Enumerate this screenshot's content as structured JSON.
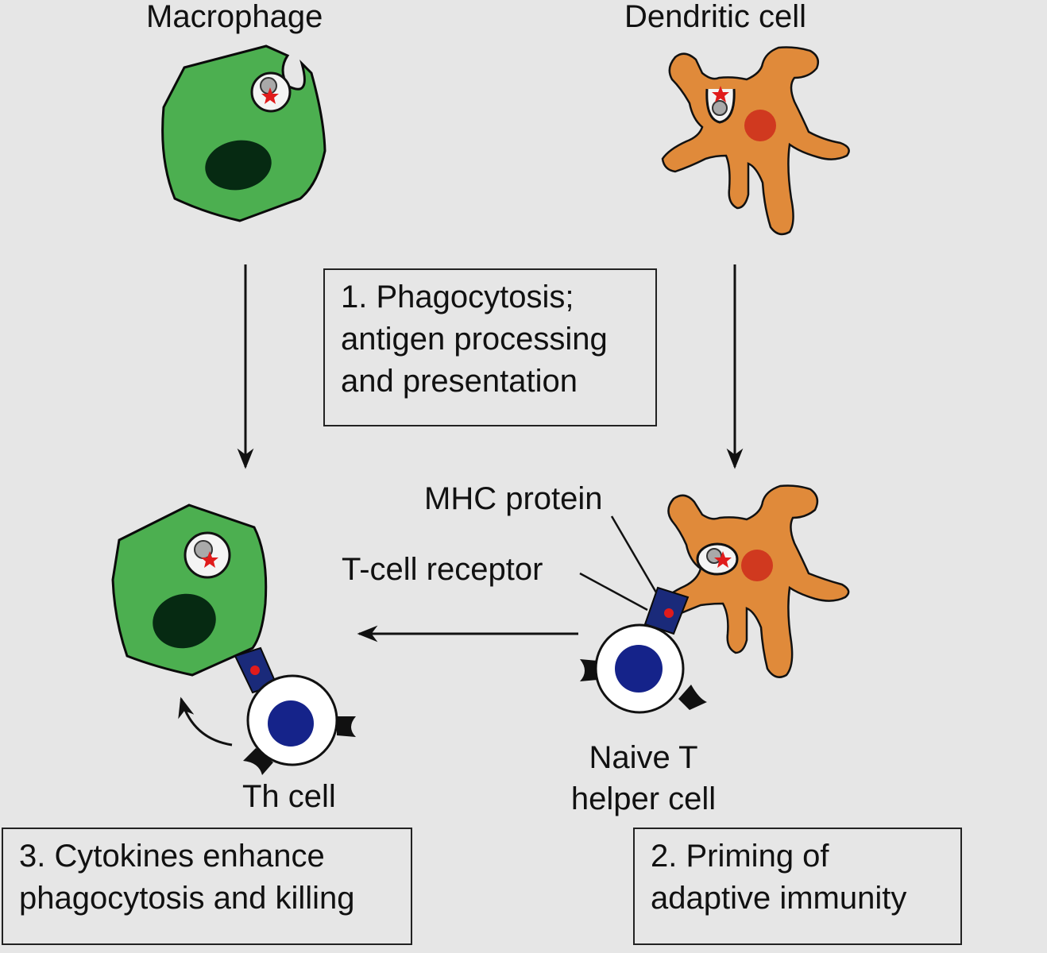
{
  "labels": {
    "macrophage": "Macrophage",
    "dendritic_cell": "Dendritic cell",
    "mhc_protein": "MHC protein",
    "t_cell_receptor": "T-cell receptor",
    "naive_t_line1": "Naive T",
    "naive_t_line2": "helper cell",
    "th_cell": "Th cell"
  },
  "boxes": {
    "step1": [
      "1. Phagocytosis;",
      "antigen processing",
      "and presentation"
    ],
    "step2": [
      "2. Priming of",
      "adaptive immunity"
    ],
    "step3": [
      "3. Cytokines enhance",
      "phagocytosis and killing"
    ]
  },
  "colors": {
    "background": "#e6e6e6",
    "macrophage": "#4caf50",
    "macrophage_nucleus": "#062a12",
    "dendritic": "#e08a3a",
    "dendritic_nucleus": "#d0391f",
    "antigen": "#e01b1b",
    "t_cell_nucleus": "#15238a",
    "receptor": "#1a2a7a"
  }
}
